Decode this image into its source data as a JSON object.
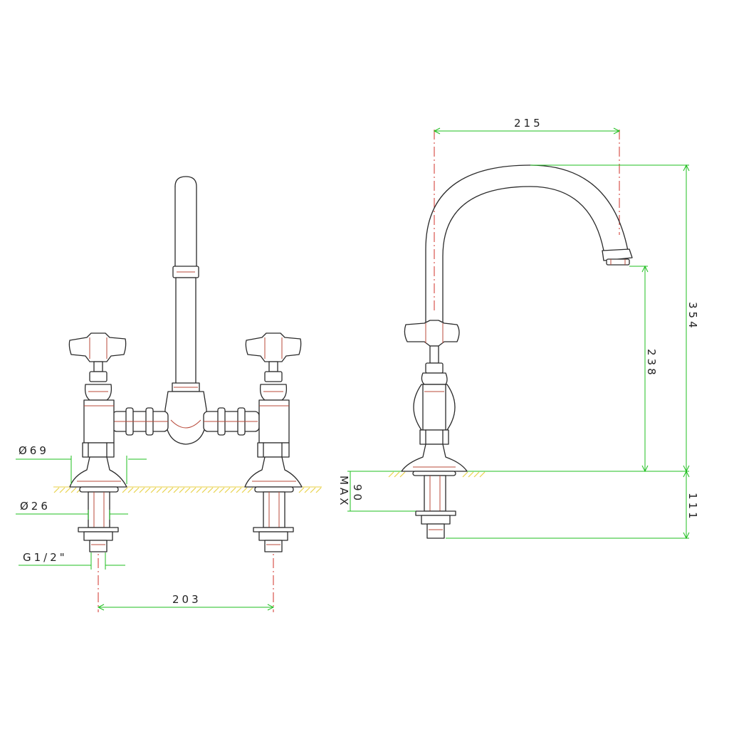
{
  "colors": {
    "outline": "#2a2a2a",
    "inner_detail": "#b84a3a",
    "dimension_line": "#1fbf1f",
    "center_line": "#d0302a",
    "deck_hatch": "#e8d24a"
  },
  "front_view": {
    "labels": {
      "flange_diameter": "Ø69",
      "shank_diameter": "Ø26",
      "thread": "G1/2\"",
      "center_distance": "203"
    }
  },
  "side_view": {
    "labels": {
      "spout_reach": "215",
      "overall_height": "354",
      "spout_height": "238",
      "below_deck_length": "111",
      "max_deck_thickness": "90",
      "max_word": "MAX"
    }
  }
}
